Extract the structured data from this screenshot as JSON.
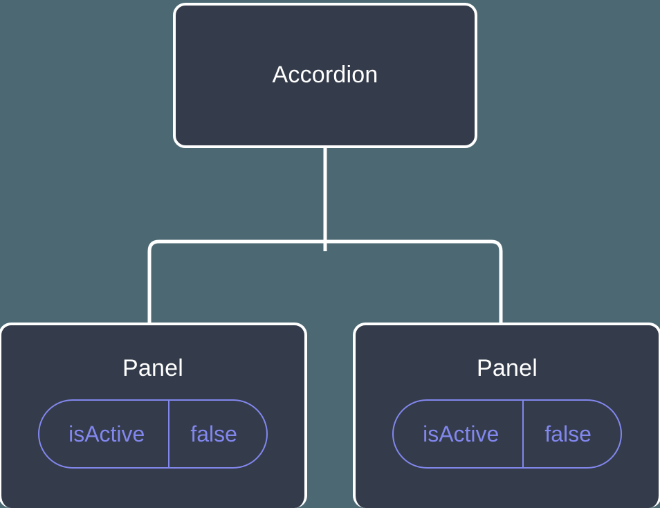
{
  "diagram": {
    "type": "tree",
    "background_color": "#4c6973",
    "node_fill_color": "#343b4a",
    "node_border_color": "#ffffff",
    "node_title_color": "#ffffff",
    "badge_color": "#8287ee",
    "connector_color": "#ffffff",
    "root": {
      "label": "Accordion"
    },
    "children": [
      {
        "label": "Panel",
        "state": {
          "key": "isActive",
          "value": "false"
        }
      },
      {
        "label": "Panel",
        "state": {
          "key": "isActive",
          "value": "false"
        }
      }
    ]
  }
}
